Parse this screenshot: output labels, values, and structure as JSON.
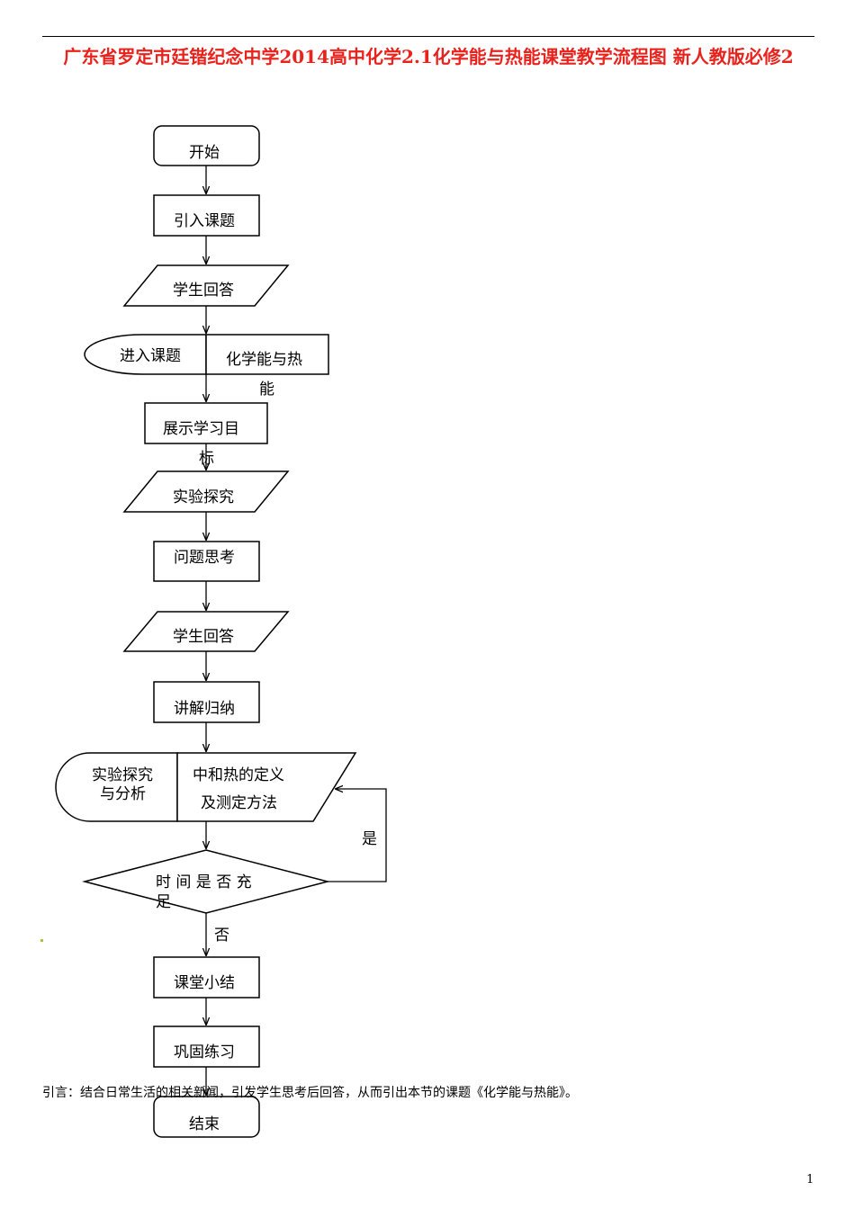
{
  "document": {
    "title": "广东省罗定市廷锴纪念中学2014高中化学2.1化学能与热能课堂教学流程图 新人教版必修2",
    "caption": "引言：结合日常生活的相关新闻，引发学生思考后回答，从而引出本节的课题《化学能与热能》。",
    "page_number": "1"
  },
  "flowchart": {
    "start": "开始",
    "intro_topic": "引入课题",
    "student_answer_1": "学生回答",
    "enter_topic": "进入课题",
    "topic_name_line1": "化学能与热",
    "topic_name_line2": "能",
    "show_goals_line1": "展示学习目",
    "show_goals_line2": "标",
    "experiment_inquiry": "实验探究",
    "question_thinking": "问题思考",
    "student_answer_2": "学生回答",
    "explain_summarize": "讲解归纳",
    "experiment_analysis_line1": "实验探究",
    "experiment_analysis_line2": "与分析",
    "neutralization_line1": "中和热的定义",
    "neutralization_line2": "及测定方法",
    "decision_line1": "时 间 是 否 充",
    "decision_line2": "足",
    "yes_label": "是",
    "no_label": "否",
    "class_summary": "课堂小结",
    "consolidate": "巩固练习",
    "end": "结束"
  }
}
